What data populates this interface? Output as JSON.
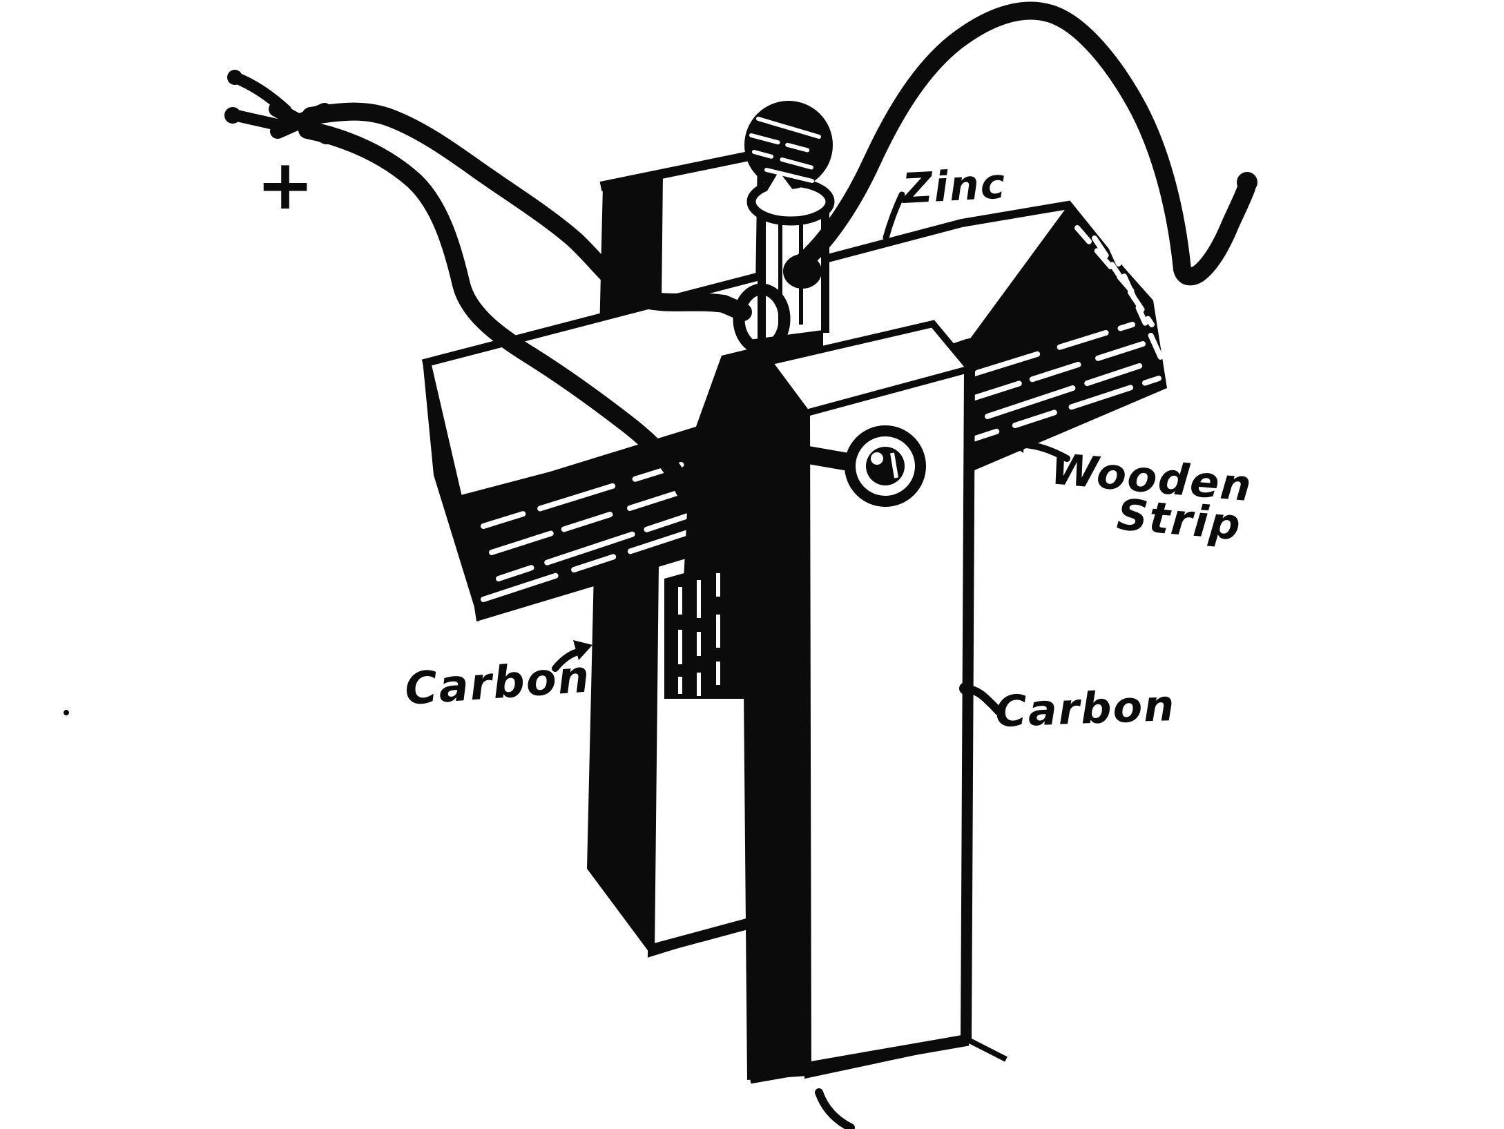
{
  "figure": {
    "colors": {
      "paper": "#ffffff",
      "ink": "#0b0b0b"
    },
    "labels": {
      "plus": "+",
      "zinc": "Zinc",
      "wooden_strip_line1": "Wooden",
      "wooden_strip_line2": "Strip",
      "carbon_left": "Carbon",
      "carbon_right": "Carbon"
    },
    "parts": [
      "frayed-wire-ends",
      "twisted-lead-wires",
      "wire-to-zinc",
      "wire-to-carbon-screw",
      "free-wire-end",
      "binding-post-ball",
      "zinc-rod",
      "wooden-strip",
      "carbon-plate-left",
      "carbon-plate-right",
      "thumb-screw-washer"
    ]
  }
}
